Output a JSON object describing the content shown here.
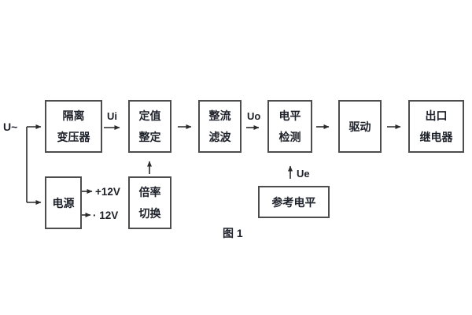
{
  "figure": {
    "caption": "图 1"
  },
  "labels": {
    "input": "U~",
    "ui": "Ui",
    "uo": "Uo",
    "ue": "Ue",
    "plus_12v": "+12V",
    "minus_12v": "· 12V"
  },
  "boxes": [
    {
      "line1": "隔离",
      "line2": "变压器"
    },
    {
      "line1": "定值",
      "line2": "整定"
    },
    {
      "line1": "整流",
      "line2": "滤波"
    },
    {
      "line1": "电平",
      "line2": "检测"
    },
    {
      "line1": "驱动"
    },
    {
      "line1": "出口",
      "line2": "继电器"
    },
    {
      "line1": "电源"
    },
    {
      "line1": "倍率",
      "line2": "切换"
    },
    {
      "line1": "参考电平"
    }
  ],
  "colors": {
    "line": "#2b2b2b",
    "box_border": "#4d4d4d",
    "text": "#1d2129",
    "background": "#ffffff"
  }
}
